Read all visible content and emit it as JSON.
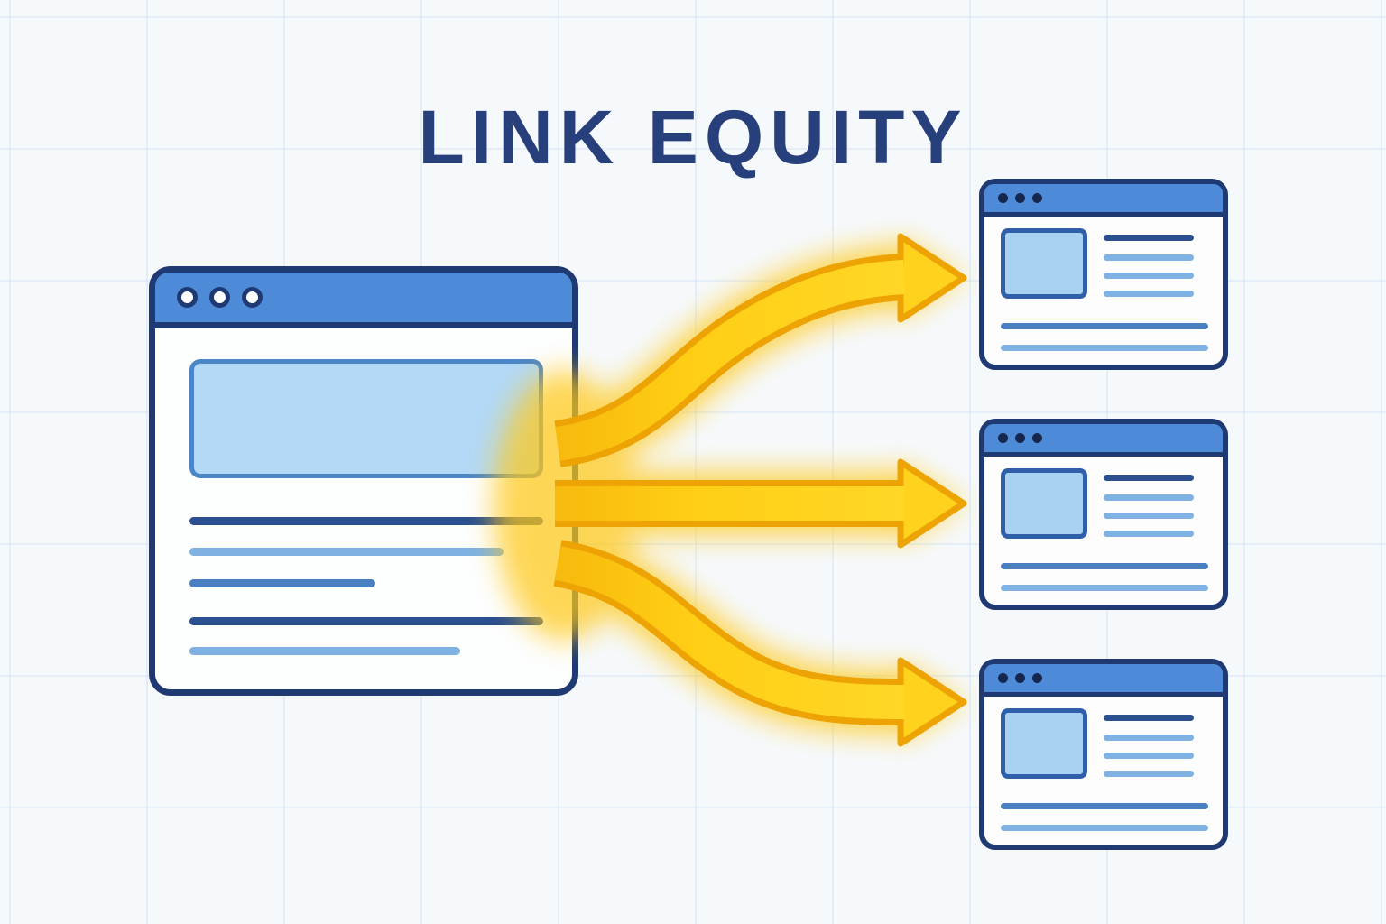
{
  "title": "LINK EQUITY",
  "colors": {
    "background": "#f6f9fc",
    "navy_title": "#27407c",
    "window_outline": "#1f3a72",
    "titlebar_blue": "#4d8bd8",
    "hero_fill": "#b3d9f6",
    "hero_border": "#4d86c8",
    "thumb_fill": "#a9d2f2",
    "thumb_border": "#2f5fa8",
    "line_dark": "#2c4f8f",
    "line_mid": "#4a7fc1",
    "line_light": "#7fb1e3",
    "dot_small": "#16264c",
    "arrow_yellow": "#ffd21e",
    "arrow_outline": "#eda304",
    "arrow_glow": "#ffc813"
  },
  "source_window": {
    "name": "source-page-window",
    "dots": 3,
    "hero_placeholder": true,
    "text_line_count": 5
  },
  "target_windows": [
    {
      "name": "target-page-window-1"
    },
    {
      "name": "target-page-window-2"
    },
    {
      "name": "target-page-window-3"
    }
  ],
  "arrows": [
    {
      "name": "link-arrow-top",
      "direction": "up-right"
    },
    {
      "name": "link-arrow-middle",
      "direction": "right"
    },
    {
      "name": "link-arrow-bottom",
      "direction": "down-right"
    }
  ]
}
